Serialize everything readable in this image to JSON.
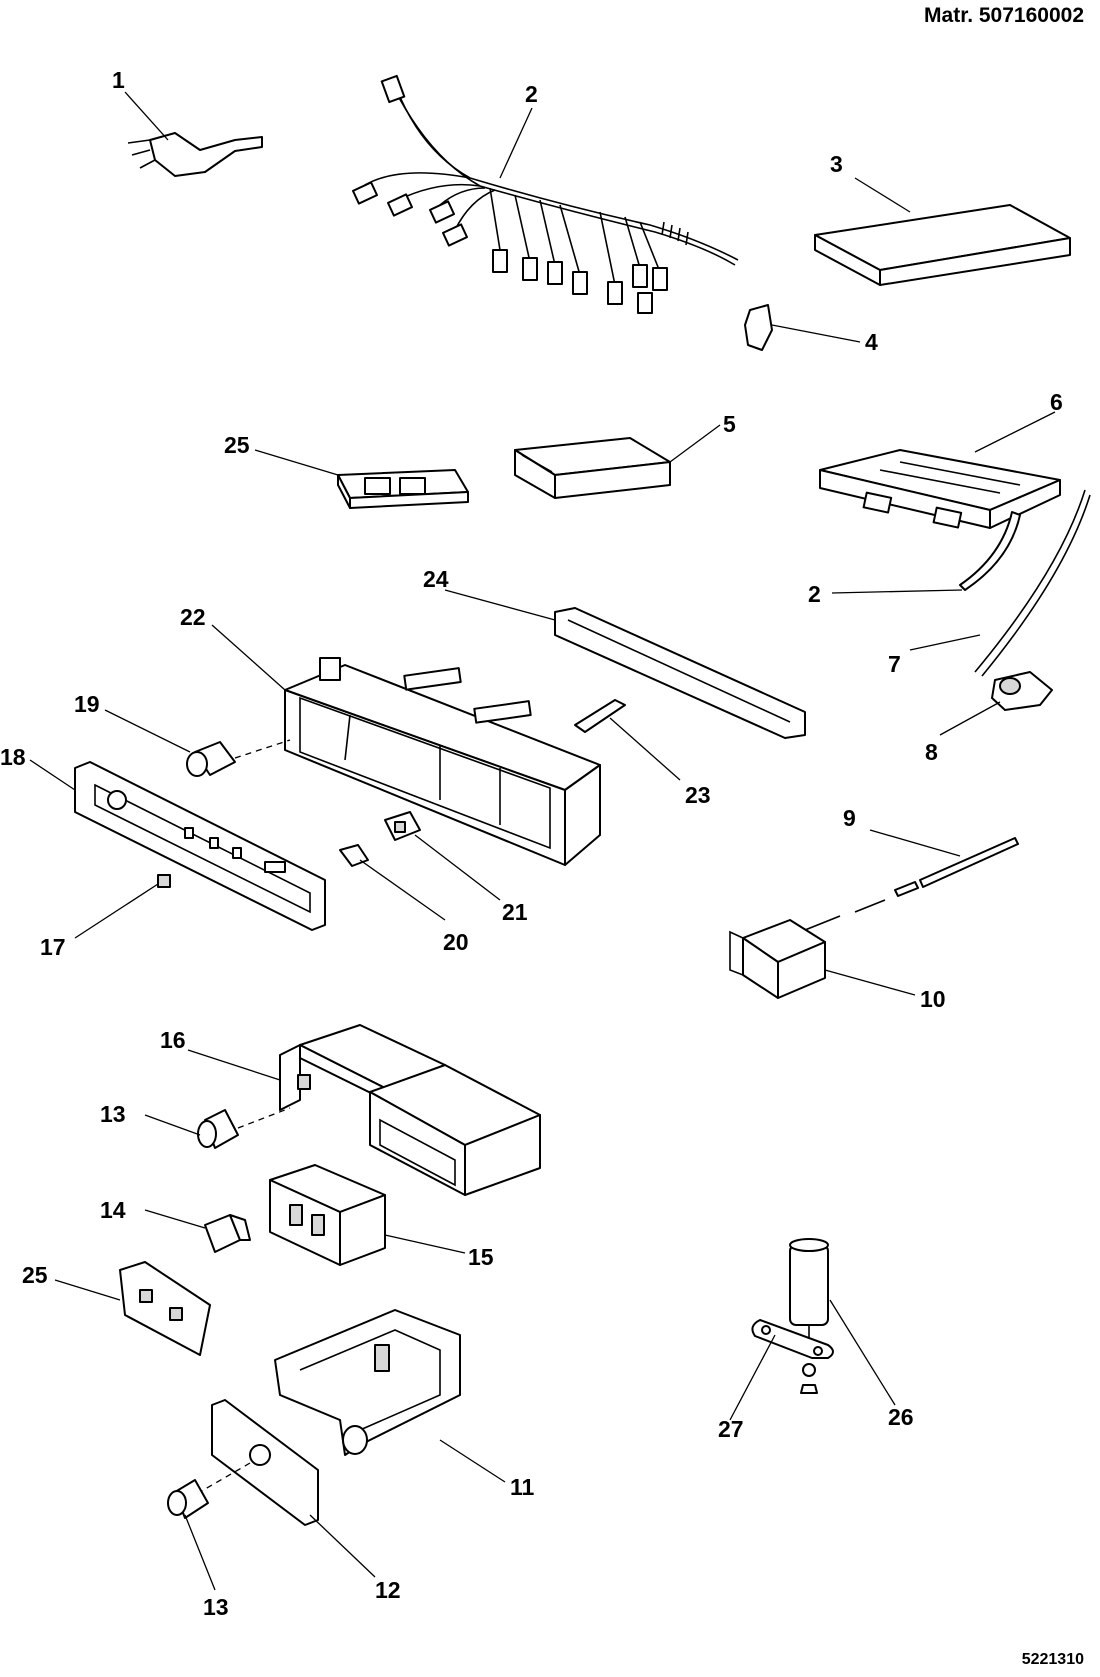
{
  "header": {
    "material_number": "Matr. 507160002"
  },
  "footer": {
    "drawing_number": "5221310"
  },
  "callouts": [
    {
      "id": "c1",
      "text": "1"
    },
    {
      "id": "c2a",
      "text": "2"
    },
    {
      "id": "c2b",
      "text": "2"
    },
    {
      "id": "c3",
      "text": "3"
    },
    {
      "id": "c4",
      "text": "4"
    },
    {
      "id": "c5",
      "text": "5"
    },
    {
      "id": "c6",
      "text": "6"
    },
    {
      "id": "c7",
      "text": "7"
    },
    {
      "id": "c8",
      "text": "8"
    },
    {
      "id": "c9",
      "text": "9"
    },
    {
      "id": "c10",
      "text": "10"
    },
    {
      "id": "c11",
      "text": "11"
    },
    {
      "id": "c12",
      "text": "12"
    },
    {
      "id": "c13a",
      "text": "13"
    },
    {
      "id": "c13b",
      "text": "13"
    },
    {
      "id": "c14",
      "text": "14"
    },
    {
      "id": "c15",
      "text": "15"
    },
    {
      "id": "c16",
      "text": "16"
    },
    {
      "id": "c17",
      "text": "17"
    },
    {
      "id": "c18",
      "text": "18"
    },
    {
      "id": "c19",
      "text": "19"
    },
    {
      "id": "c20",
      "text": "20"
    },
    {
      "id": "c21",
      "text": "21"
    },
    {
      "id": "c22",
      "text": "22"
    },
    {
      "id": "c23",
      "text": "23"
    },
    {
      "id": "c24",
      "text": "24"
    },
    {
      "id": "c25a",
      "text": "25"
    },
    {
      "id": "c25b",
      "text": "25"
    },
    {
      "id": "c26",
      "text": "26"
    },
    {
      "id": "c27",
      "text": "27"
    }
  ]
}
